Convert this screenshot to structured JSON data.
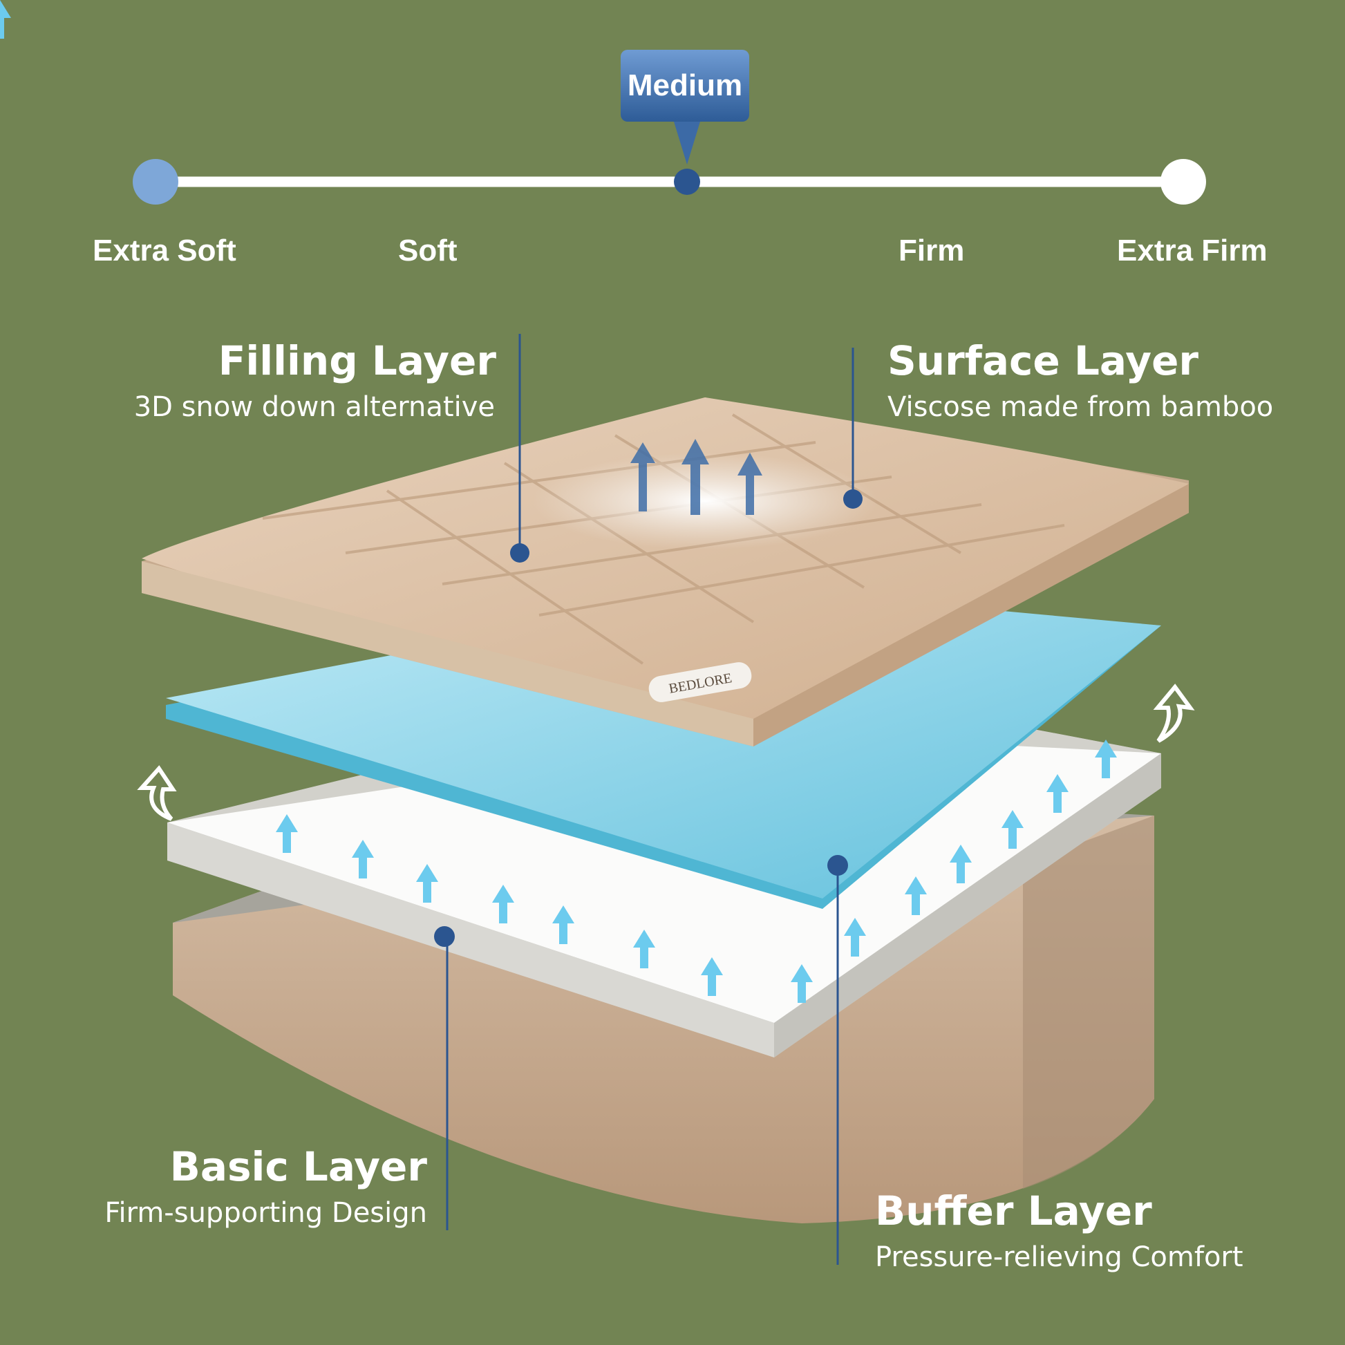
{
  "firmness": {
    "selected_label": "Medium",
    "selected_position": 0.5,
    "labels": [
      "Extra Soft",
      "Soft",
      "Firm",
      "Extra Firm"
    ],
    "track_color_active": "#3e6ba8",
    "track_color_inactive": "#ffffff"
  },
  "layers": {
    "filling": {
      "title": "Filling Layer",
      "desc": "3D snow down alternative"
    },
    "surface": {
      "title": "Surface Layer",
      "desc": "Viscose made from bamboo"
    },
    "basic": {
      "title": "Basic Layer",
      "desc": "Firm-supporting Design"
    },
    "buffer": {
      "title": "Buffer Layer",
      "desc": "Pressure-relieving Comfort"
    }
  },
  "brand": {
    "logo_text": "BEDLORE"
  },
  "colors": {
    "background": "#728453",
    "pointer": "#2b5590",
    "topper": "#dcbfa3",
    "foam": "#7fd0e6",
    "base": "#cdb49c"
  }
}
